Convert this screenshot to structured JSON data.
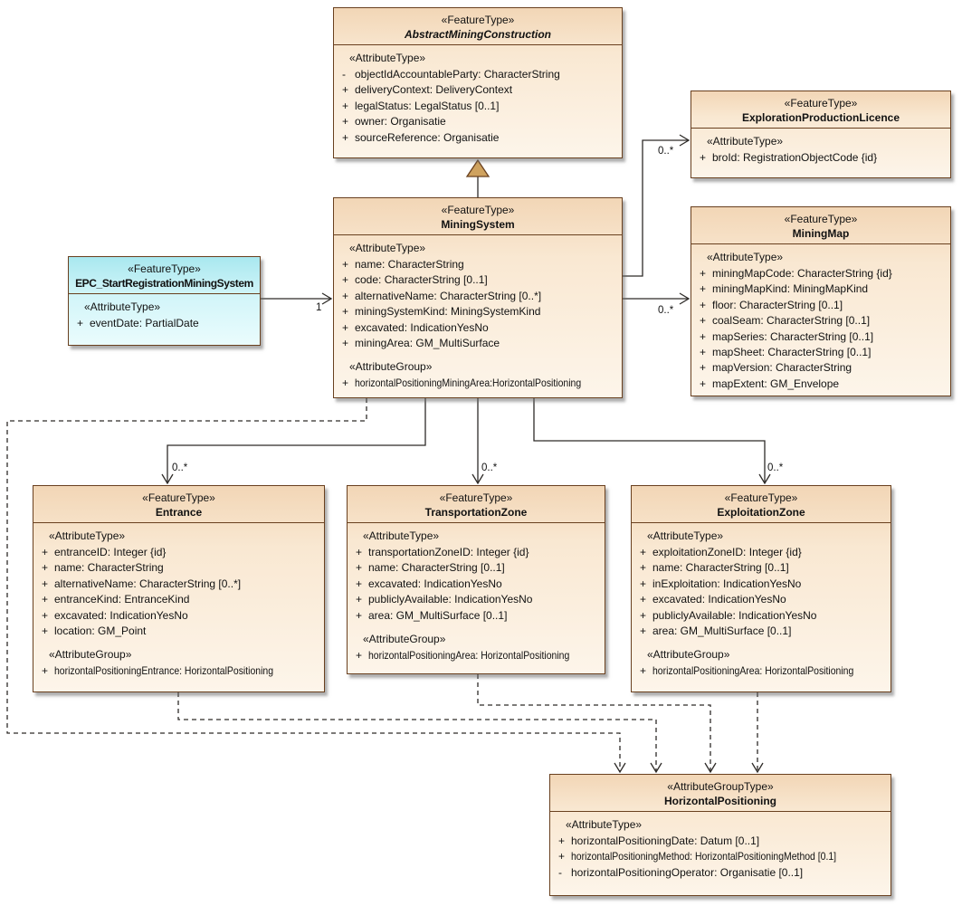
{
  "colors": {
    "class_border": "#69401f",
    "class_fill_top": "#f2d6b6",
    "class_fill_bottom": "#fdf5ea",
    "event_class_fill_top": "#a9e8ef",
    "event_class_fill_bottom": "#eafcfd",
    "connector_line": "#2e2b28",
    "generalization_arrow_fill": "#cfa25e"
  },
  "classes": {
    "abstract_construction": {
      "stereotype": "«FeatureType»",
      "name": "AbstractMiningConstruction",
      "attr_header": "«AttributeType»",
      "attrs": [
        {
          "v": "-",
          "t": "objectIdAccountableParty: CharacterString"
        },
        {
          "v": "+",
          "t": "deliveryContext: DeliveryContext"
        },
        {
          "v": "+",
          "t": "legalStatus: LegalStatus [0..1]"
        },
        {
          "v": "+",
          "t": "owner: Organisatie"
        },
        {
          "v": "+",
          "t": "sourceReference: Organisatie"
        }
      ]
    },
    "mining_system": {
      "stereotype": "«FeatureType»",
      "name": "MiningSystem",
      "attr_header": "«AttributeType»",
      "attrs": [
        {
          "v": "+",
          "t": "name: CharacterString"
        },
        {
          "v": "+",
          "t": "code: CharacterString [0..1]"
        },
        {
          "v": "+",
          "t": "alternativeName: CharacterString [0..*]"
        },
        {
          "v": "+",
          "t": "miningSystemKind: MiningSystemKind"
        },
        {
          "v": "+",
          "t": "excavated: IndicationYesNo"
        },
        {
          "v": "+",
          "t": "miningArea: GM_MultiSurface"
        }
      ],
      "group_header": "«AttributeGroup»",
      "group_attrs": [
        {
          "v": "+",
          "t": "horizontalPositioningMiningArea:HorizontalPositioning"
        }
      ]
    },
    "epc_start": {
      "stereotype": "«FeatureType»",
      "name": "EPC_StartRegistrationMiningSystem",
      "attr_header": "«AttributeType»",
      "attrs": [
        {
          "v": "+",
          "t": "eventDate: PartialDate"
        }
      ]
    },
    "licence": {
      "stereotype": "«FeatureType»",
      "name": "ExplorationProductionLicence",
      "attr_header": "«AttributeType»",
      "attrs": [
        {
          "v": "+",
          "t": "broId: RegistrationObjectCode {id}"
        }
      ]
    },
    "mining_map": {
      "stereotype": "«FeatureType»",
      "name": "MiningMap",
      "attr_header": "«AttributeType»",
      "attrs": [
        {
          "v": "+",
          "t": "miningMapCode: CharacterString {id}"
        },
        {
          "v": "+",
          "t": "miningMapKind: MiningMapKind"
        },
        {
          "v": "+",
          "t": "floor: CharacterString [0..1]"
        },
        {
          "v": "+",
          "t": "coalSeam: CharacterString [0..1]"
        },
        {
          "v": "+",
          "t": "mapSeries: CharacterString [0..1]"
        },
        {
          "v": "+",
          "t": "mapSheet: CharacterString [0..1]"
        },
        {
          "v": "+",
          "t": "mapVersion: CharacterString"
        },
        {
          "v": "+",
          "t": "mapExtent: GM_Envelope"
        }
      ]
    },
    "entrance": {
      "stereotype": "«FeatureType»",
      "name": "Entrance",
      "attr_header": "«AttributeType»",
      "attrs": [
        {
          "v": "+",
          "t": "entranceID: Integer {id}"
        },
        {
          "v": "+",
          "t": "name: CharacterString"
        },
        {
          "v": "+",
          "t": "alternativeName: CharacterString [0..*]"
        },
        {
          "v": "+",
          "t": "entranceKind: EntranceKind"
        },
        {
          "v": "+",
          "t": "excavated: IndicationYesNo"
        },
        {
          "v": "+",
          "t": "location: GM_Point"
        }
      ],
      "group_header": "«AttributeGroup»",
      "group_attrs": [
        {
          "v": "+",
          "t": "horizontalPositioningEntrance: HorizontalPositioning"
        }
      ]
    },
    "transportation_zone": {
      "stereotype": "«FeatureType»",
      "name": "TransportationZone",
      "attr_header": "«AttributeType»",
      "attrs": [
        {
          "v": "+",
          "t": "transportationZoneID: Integer {id}"
        },
        {
          "v": "+",
          "t": "name: CharacterString [0..1]"
        },
        {
          "v": "+",
          "t": "excavated: IndicationYesNo"
        },
        {
          "v": "+",
          "t": "publiclyAvailable: IndicationYesNo"
        },
        {
          "v": "+",
          "t": "area: GM_MultiSurface [0..1]"
        }
      ],
      "group_header": "«AttributeGroup»",
      "group_attrs": [
        {
          "v": "+",
          "t": "horizontalPositioningArea: HorizontalPositioning"
        }
      ]
    },
    "exploitation_zone": {
      "stereotype": "«FeatureType»",
      "name": "ExploitationZone",
      "attr_header": "«AttributeType»",
      "attrs": [
        {
          "v": "+",
          "t": "exploitationZoneID: Integer {id}"
        },
        {
          "v": "+",
          "t": "name: CharacterString [0..1]"
        },
        {
          "v": "+",
          "t": "inExploitation: IndicationYesNo"
        },
        {
          "v": "+",
          "t": "excavated: IndicationYesNo"
        },
        {
          "v": "+",
          "t": "publiclyAvailable: IndicationYesNo"
        },
        {
          "v": "+",
          "t": "area: GM_MultiSurface [0..1]"
        }
      ],
      "group_header": "«AttributeGroup»",
      "group_attrs": [
        {
          "v": "+",
          "t": "horizontalPositioningArea: HorizontalPositioning"
        }
      ]
    },
    "horizontal_positioning": {
      "stereotype": "«AttributeGroupType»",
      "name": "HorizontalPositioning",
      "attr_header": "«AttributeType»",
      "attrs": [
        {
          "v": "+",
          "t": "horizontalPositioningDate: Datum [0..1]"
        },
        {
          "v": "+",
          "t": "horizontalPositioningMethod: HorizontalPositioningMethod [0.1]"
        },
        {
          "v": "-",
          "t": "horizontalPositioningOperator: Organisatie [0..1]"
        }
      ]
    }
  },
  "multiplicities": {
    "epc": "1",
    "licence": "0..*",
    "mining_map": "0..*",
    "entrance": "0..*",
    "transportation_zone": "0..*",
    "exploitation_zone": "0..*"
  }
}
